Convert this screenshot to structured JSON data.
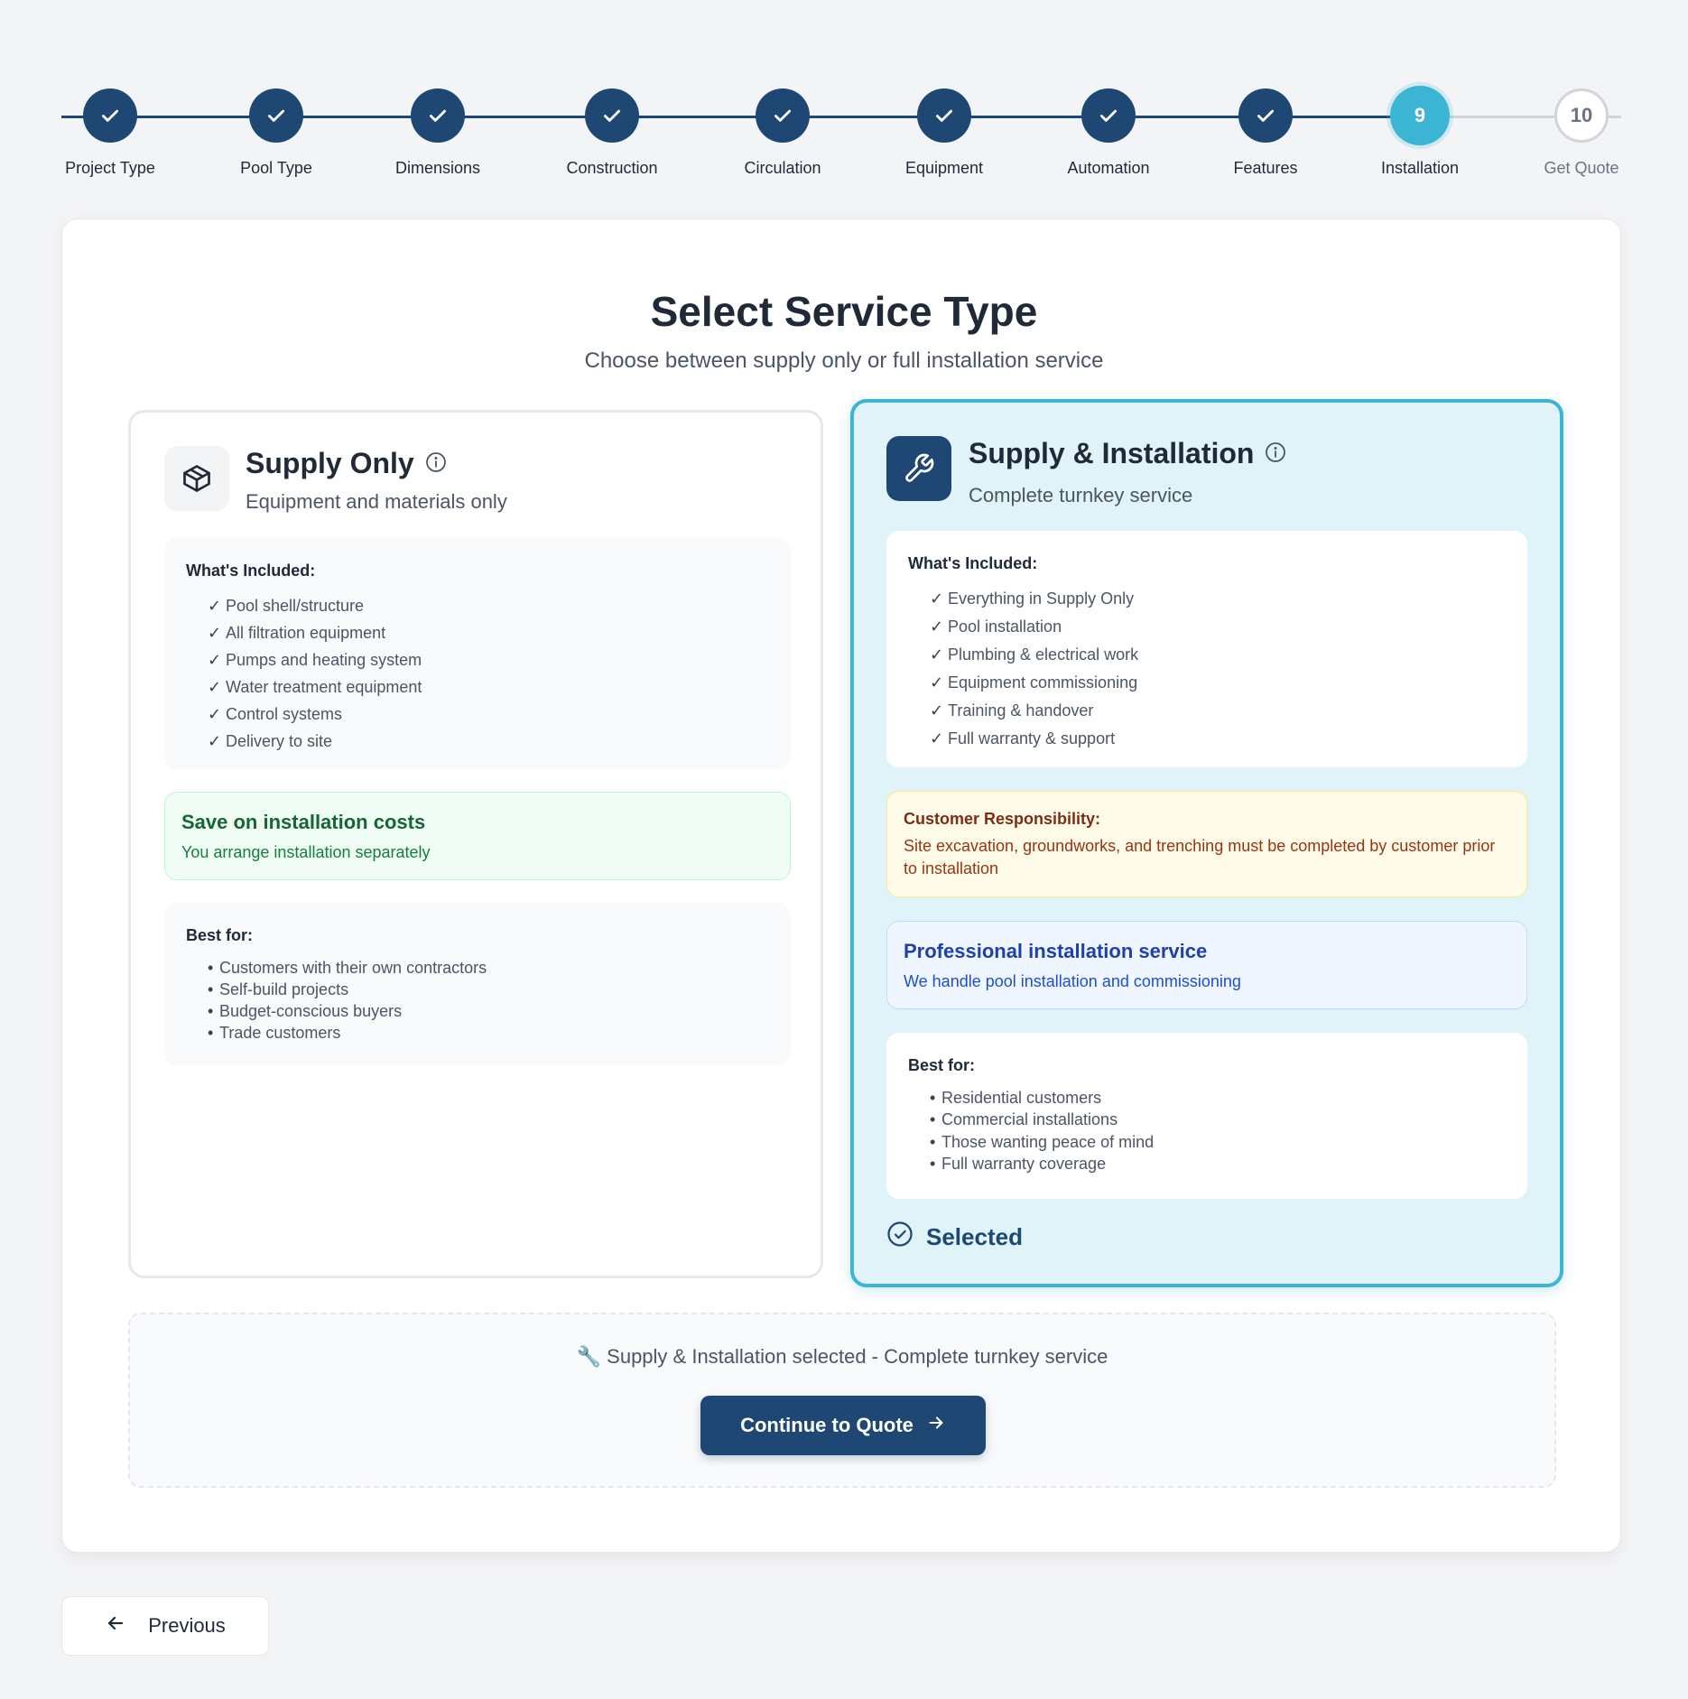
{
  "stepper": {
    "steps": [
      {
        "label": "Project Type",
        "status": "complete"
      },
      {
        "label": "Pool Type",
        "status": "complete"
      },
      {
        "label": "Dimensions",
        "status": "complete"
      },
      {
        "label": "Construction",
        "status": "complete"
      },
      {
        "label": "Circulation",
        "status": "complete"
      },
      {
        "label": "Equipment",
        "status": "complete"
      },
      {
        "label": "Automation",
        "status": "complete"
      },
      {
        "label": "Features",
        "status": "complete"
      },
      {
        "label": "Installation",
        "status": "current",
        "number": "9"
      },
      {
        "label": "Get Quote",
        "status": "upcoming",
        "number": "10"
      }
    ]
  },
  "page": {
    "title": "Select Service Type",
    "subtitle": "Choose between supply only or full installation service"
  },
  "options": {
    "supply_only": {
      "icon": "package-icon",
      "title": "Supply Only",
      "description": "Equipment and materials only",
      "included_heading": "What's Included:",
      "included": [
        "Pool shell/structure",
        "All filtration equipment",
        "Pumps and heating system",
        "Water treatment equipment",
        "Control systems",
        "Delivery to site"
      ],
      "highlight_title": "Save on installation costs",
      "highlight_text": "You arrange installation separately",
      "best_for_heading": "Best for:",
      "best_for": [
        "Customers with their own contractors",
        "Self-build projects",
        "Budget-conscious buyers",
        "Trade customers"
      ]
    },
    "supply_install": {
      "icon": "wrench-icon",
      "title": "Supply & Installation",
      "description": "Complete turnkey service",
      "included_heading": "What's Included:",
      "included": [
        "Everything in Supply Only",
        "Pool installation",
        "Plumbing & electrical work",
        "Equipment commissioning",
        "Training & handover",
        "Full warranty & support"
      ],
      "responsibility_title": "Customer Responsibility:",
      "responsibility_text": "Site excavation, groundworks, and trenching must be completed by customer prior to installation",
      "highlight_title": "Professional installation service",
      "highlight_text": "We handle pool installation and commissioning",
      "best_for_heading": "Best for:",
      "best_for": [
        "Residential customers",
        "Commercial installations",
        "Those wanting peace of mind",
        "Full warranty coverage"
      ],
      "selected_label": "Selected"
    }
  },
  "summary": {
    "text": "🔧 Supply & Installation selected - Complete turnkey service",
    "continue_label": "Continue to Quote"
  },
  "nav": {
    "previous_label": "Previous"
  },
  "colors": {
    "primary": "#1e4873",
    "accent": "#3cb4d4",
    "selected_bg": "#e0f3f8"
  }
}
